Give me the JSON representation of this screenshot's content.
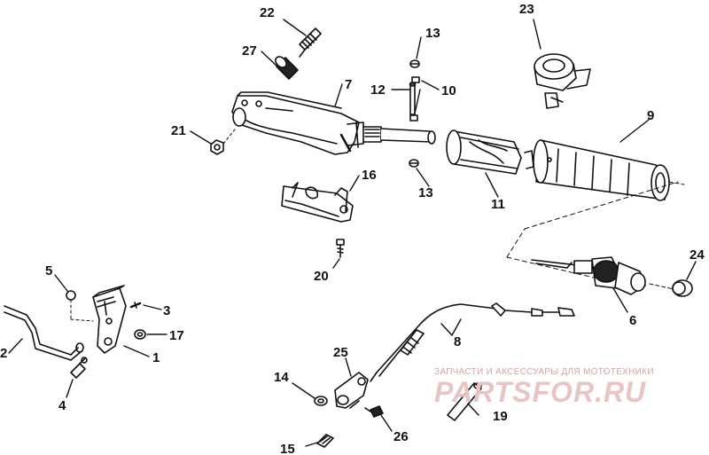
{
  "labels": {
    "l1": "1",
    "l2": "2",
    "l3": "3",
    "l4": "4",
    "l5": "5",
    "l6": "6",
    "l7": "7",
    "l8": "8",
    "l9": "9",
    "l10": "10",
    "l11": "11",
    "l12": "12",
    "l13a": "13",
    "l13b": "13",
    "l14": "14",
    "l15": "15",
    "l16": "16",
    "l17": "17",
    "l19": "19",
    "l20": "20",
    "l21": "21",
    "l22": "22",
    "l23": "23",
    "l24": "24",
    "l25": "25",
    "l26": "26",
    "l27": "27"
  },
  "watermark": {
    "caption": "ЗАПЧАСТИ И АКСЕССУАРЫ ДЛЯ МОТОТЕХНИКИ",
    "logo": "PARTSFOR.RU"
  },
  "colors": {
    "ink": "#111111",
    "watermark": "#e2b5b5"
  }
}
